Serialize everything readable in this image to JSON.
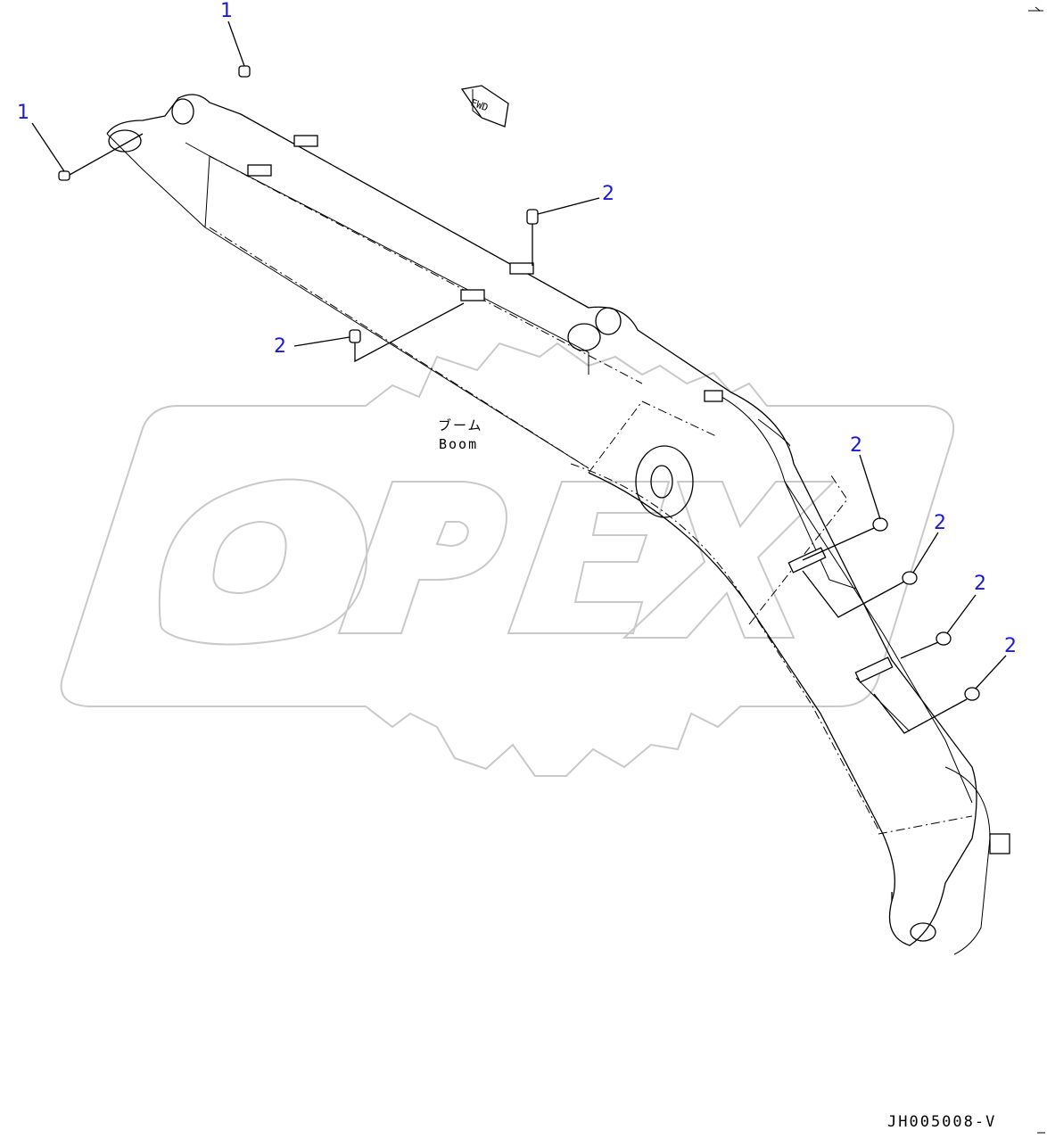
{
  "callouts": [
    {
      "id": "c1a",
      "text": "1"
    },
    {
      "id": "c1b",
      "text": "1"
    },
    {
      "id": "c2a",
      "text": "2"
    },
    {
      "id": "c2b",
      "text": "2"
    },
    {
      "id": "c2c",
      "text": "2"
    },
    {
      "id": "c2d",
      "text": "2"
    },
    {
      "id": "c2e",
      "text": "2"
    },
    {
      "id": "c2f",
      "text": "2"
    }
  ],
  "part_label": {
    "japanese": "ブーム",
    "english": "Boom"
  },
  "direction_marker": {
    "text": "FWD"
  },
  "watermark": {
    "text": "OPEX"
  },
  "drawing_number": "JH005008-V",
  "colors": {
    "callout": "#1a1adb",
    "line": "#000000",
    "watermark": "#c9c9c9"
  }
}
